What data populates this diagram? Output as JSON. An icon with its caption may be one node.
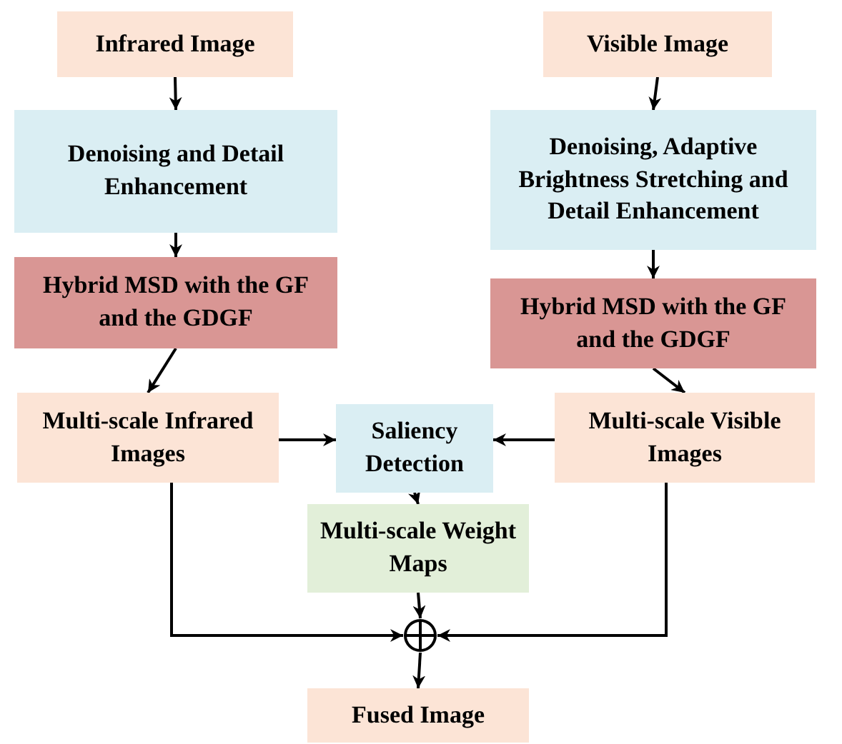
{
  "diagram": {
    "nodes": [
      {
        "text": [
          "Infrared Image"
        ]
      },
      {
        "text": [
          "Visible Image"
        ]
      },
      {
        "text": [
          "Denoising and Detail Enhancement"
        ]
      },
      {
        "text": [
          "Denoising, Adaptive Brightness Stretching and Detail Enhancement"
        ]
      },
      {
        "text": [
          "Hybrid MSD with the GF and the GDGF"
        ]
      },
      {
        "text": [
          "Hybrid MSD with the GF and the GDGF"
        ]
      },
      {
        "text": [
          "Multi-scale Infrared Images"
        ]
      },
      {
        "text": [
          "Saliency Detection"
        ]
      },
      {
        "text": [
          "Multi-scale Visible Images"
        ]
      },
      {
        "text": [
          "Multi-scale Weight Maps"
        ]
      },
      {
        "text": [],
        "shape": "circle"
      },
      {
        "text": [
          "Fused Image"
        ]
      }
    ],
    "edges": [
      {
        "from": 0,
        "to": 2,
        "arrow": "to"
      },
      {
        "from": 2,
        "to": 4,
        "arrow": "to"
      },
      {
        "from": 4,
        "to": 6,
        "arrow": "to"
      },
      {
        "from": 6,
        "to": 7,
        "arrow": "to"
      },
      {
        "from": 1,
        "to": 3,
        "arrow": "to"
      },
      {
        "from": 3,
        "to": 5,
        "arrow": "to"
      },
      {
        "from": 5,
        "to": 8,
        "arrow": "to"
      },
      {
        "from": 8,
        "to": 7,
        "arrow": "to"
      },
      {
        "from": 7,
        "to": 9,
        "arrow": "to"
      },
      {
        "from": 9,
        "to": 10,
        "arrow": "to"
      },
      {
        "from": 6,
        "to": 10,
        "arrow": "to"
      },
      {
        "from": 8,
        "to": 10,
        "arrow": "to"
      },
      {
        "from": 10,
        "to": 11,
        "arrow": "to"
      }
    ]
  }
}
